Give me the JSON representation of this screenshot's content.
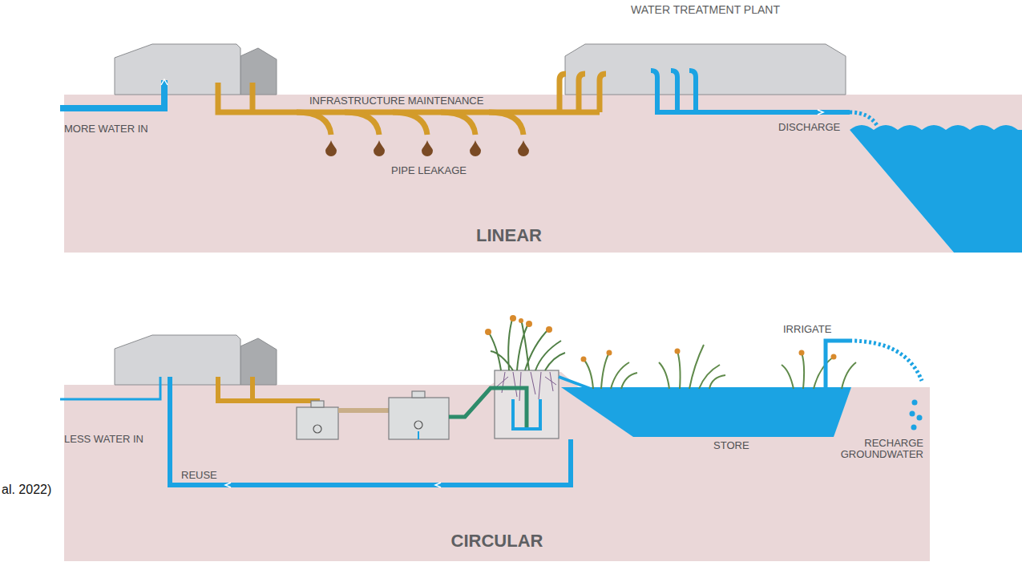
{
  "diagram": {
    "nodes": [
      {
        "text": [
          "LINEAR"
        ]
      },
      {
        "text": [
          "WATER TREATMENT PLANT"
        ]
      },
      {
        "text": [
          "CIRCULAR"
        ]
      }
    ],
    "labels": [
      "MORE WATER IN",
      "INFRASTRUCTURE MAINTENANCE",
      "PIPE LEAKAGE",
      "DISCHARGE",
      "LESS WATER IN",
      "REUSE",
      "IRRIGATE",
      "STORE",
      "RECHARGE GROUNDWATER",
      "al. 2022)"
    ]
  }
}
